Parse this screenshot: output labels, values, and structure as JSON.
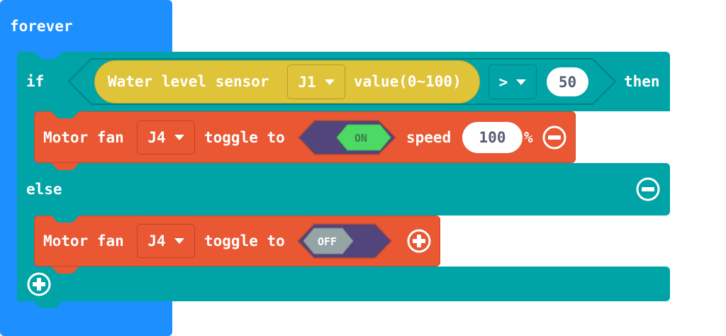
{
  "forever": {
    "label": "forever"
  },
  "if_block": {
    "if_label": "if",
    "then_label": "then",
    "else_label": "else",
    "condition": {
      "sensor_label": "Water level sensor",
      "port": "J1",
      "value_label": "value(0~100)",
      "operator": ">",
      "threshold": "50"
    }
  },
  "then_branch": {
    "label": "Motor fan",
    "port": "J4",
    "toggle_label": "toggle to",
    "state": "ON",
    "speed_label": "speed",
    "speed": "100",
    "unit": "%"
  },
  "else_branch": {
    "label": "Motor fan",
    "port": "J4",
    "toggle_label": "toggle to",
    "state": "OFF"
  },
  "colors": {
    "loop": "#1e8fff",
    "logic": "#00a4a6",
    "motor": "#e95733",
    "sensor": "#dfc338",
    "toggle": "#51457c",
    "on": "#4cd964",
    "off": "#95a5a6"
  }
}
